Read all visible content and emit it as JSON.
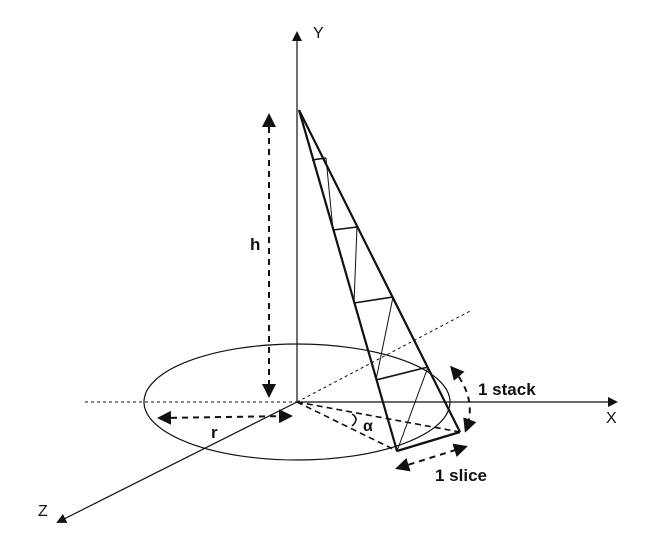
{
  "labels": {
    "y_axis": "Y",
    "x_axis": "X",
    "z_axis": "Z",
    "height": "h",
    "radius": "r",
    "angle": "α",
    "stack": "1 stack",
    "slice": "1 slice"
  },
  "colors": {
    "stroke": "#111111",
    "background": "#ffffff"
  }
}
